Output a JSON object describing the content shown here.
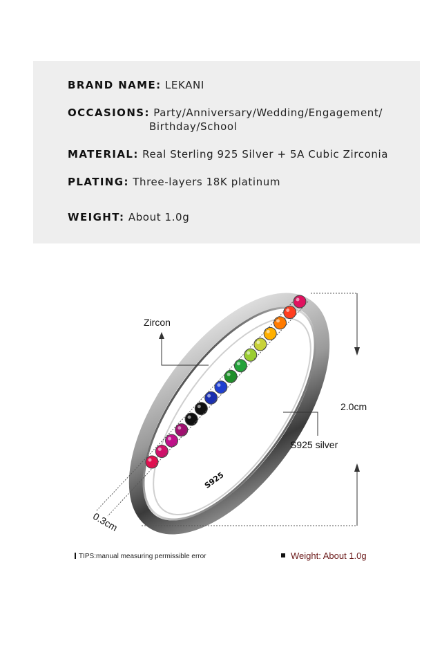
{
  "specs": {
    "brand": {
      "label": "BRAND NAME:",
      "value": "LEKANI"
    },
    "occasions": {
      "label": "OCCASIONS:",
      "value_line1": "Party/Anniversary/Wedding/Engagement/",
      "value_line2": "Birthday/School"
    },
    "material": {
      "label": "MATERIAL:",
      "value": "Real Sterling 925 Silver + 5A Cubic Zirconia"
    },
    "plating": {
      "label": "PLATING:",
      "value": "Three-layers 18K platinum"
    },
    "weight": {
      "label": "WEIGHT:",
      "value": "About 1.0g"
    }
  },
  "diagram": {
    "zircon_label": "Zircon",
    "silver_label": "S925 silver",
    "height_label": "2.0cm",
    "thickness_label": "0.3cm",
    "engraving": "S925",
    "gem_colors": [
      "#e0115f",
      "#ff3d1f",
      "#ff7a00",
      "#ffb000",
      "#c8d23a",
      "#9acd32",
      "#23a23a",
      "#1f8f2a",
      "#1f3fd0",
      "#1a2fb0",
      "#111111",
      "#111111",
      "#a01070",
      "#c0108a",
      "#d0106a",
      "#e01050"
    ]
  },
  "footer": {
    "tip": "TIPS:manual measuring permissible error",
    "weight": "Weight: About 1.0g"
  }
}
